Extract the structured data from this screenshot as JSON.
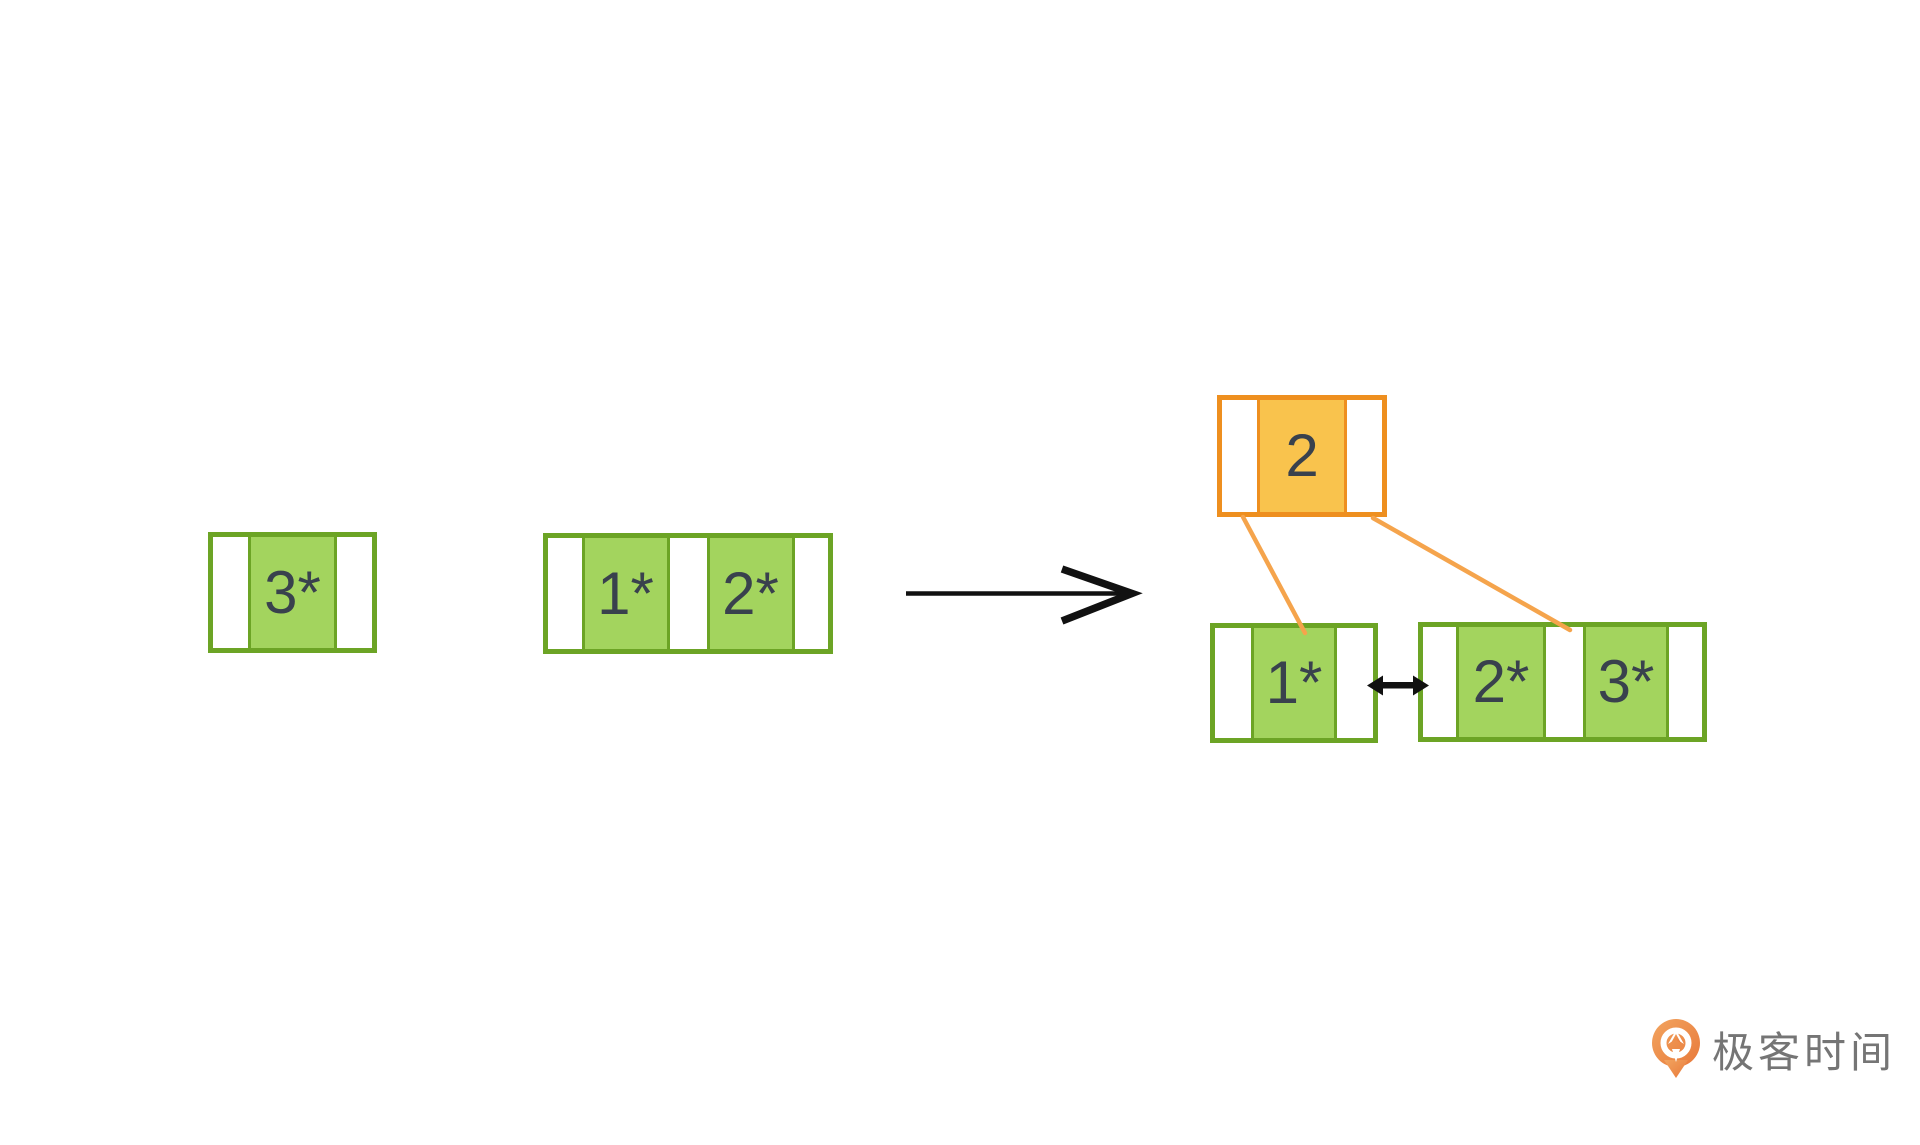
{
  "colors": {
    "canvas_bg": "#FFFFFF",
    "green_fill": "#A3D45E",
    "green_border": "#6CA425",
    "orange_fill": "#F9C34D",
    "orange_border": "#EE8F1F",
    "connector_orange": "#F5A44C",
    "cell_text": "#39414D",
    "arrow_black": "#111111",
    "logo_text": "#757575",
    "logo_orange": "#E8793A",
    "logo_orange_light": "#F2A45F"
  },
  "nodes": {
    "left_single": {
      "cells": [
        "3*"
      ]
    },
    "left_pair": {
      "cells": [
        "1*",
        "2*"
      ]
    },
    "root": {
      "cells": [
        "2"
      ]
    },
    "leaf_left": {
      "cells": [
        "1*"
      ]
    },
    "leaf_right": {
      "cells": [
        "2*",
        "3*"
      ]
    }
  },
  "icons": {
    "transform_arrow": "right-arrow",
    "sibling_link": "double-headed-arrow",
    "parent_links": "orange-connector-lines",
    "logo_mark": "geektime-pin"
  },
  "logo": {
    "text": "极客时间"
  }
}
